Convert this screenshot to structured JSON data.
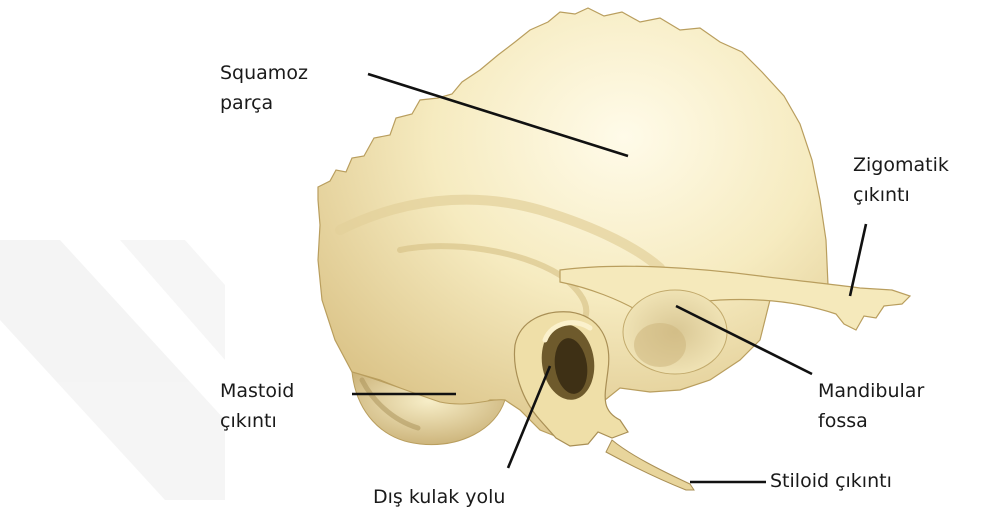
{
  "labels": {
    "squamoz": {
      "line1": "Squamoz",
      "line2": "parça"
    },
    "zigomatik": {
      "line1": "Zigomatik",
      "line2": "çıkıntı"
    },
    "mastoid": {
      "line1": "Mastoid",
      "line2": "çıkıntı"
    },
    "mandibular": {
      "line1": "Mandibular",
      "line2": "fossa"
    },
    "stiloid": {
      "line1": "Stiloid çıkıntı"
    },
    "dis_kulak": {
      "line1": "Dış kulak yolu"
    }
  },
  "colors": {
    "bone_light": "#fbf4d9",
    "bone_mid": "#f2e5b0",
    "bone_dark": "#c9b27a",
    "shadow": "#8a7646",
    "leader": "#111111",
    "watermark": "#eeeeee"
  }
}
